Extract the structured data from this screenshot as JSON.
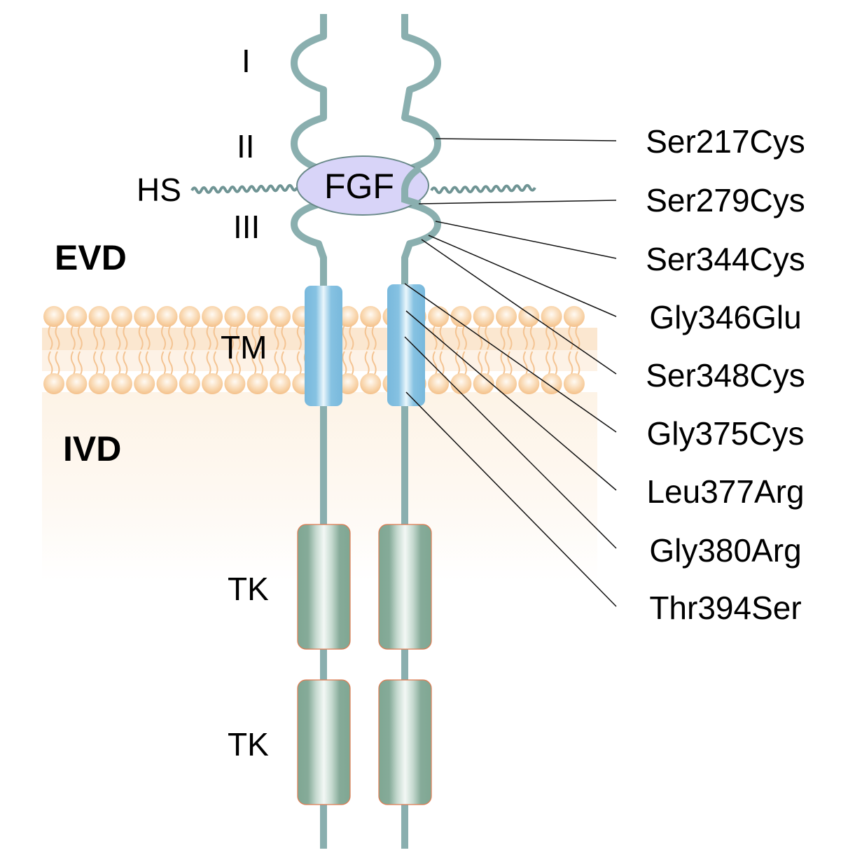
{
  "figure": {
    "domains": {
      "ig1": "I",
      "ig2": "II",
      "ig3": "III",
      "hs": "HS",
      "ligand": "FGF",
      "extracellular": "EVD",
      "transmembrane": "TM",
      "intracellular": "IVD",
      "kinase1": "TK",
      "kinase2": "TK"
    },
    "mutations": [
      {
        "label": "Ser217Cys"
      },
      {
        "label": "Ser279Cys"
      },
      {
        "label": "Ser344Cys"
      },
      {
        "label": "Gly346Glu"
      },
      {
        "label": "Ser348Cys"
      },
      {
        "label": "Gly375Cys"
      },
      {
        "label": "Leu377Arg"
      },
      {
        "label": "Gly380Arg"
      },
      {
        "label": "Thr394Ser"
      }
    ],
    "colors": {
      "receptor_chain": "#8aafaf",
      "ligand_fill": "#d8d4f8",
      "ligand_stroke": "#6a8a8a",
      "tm_segment": "#7fbfe0",
      "kinase": "#7fa896",
      "kinase_edge": "#e07a50",
      "lipid_head": "#f6c99a",
      "lipid_band": "#fbe6cf",
      "leader_line": "#111111"
    }
  }
}
